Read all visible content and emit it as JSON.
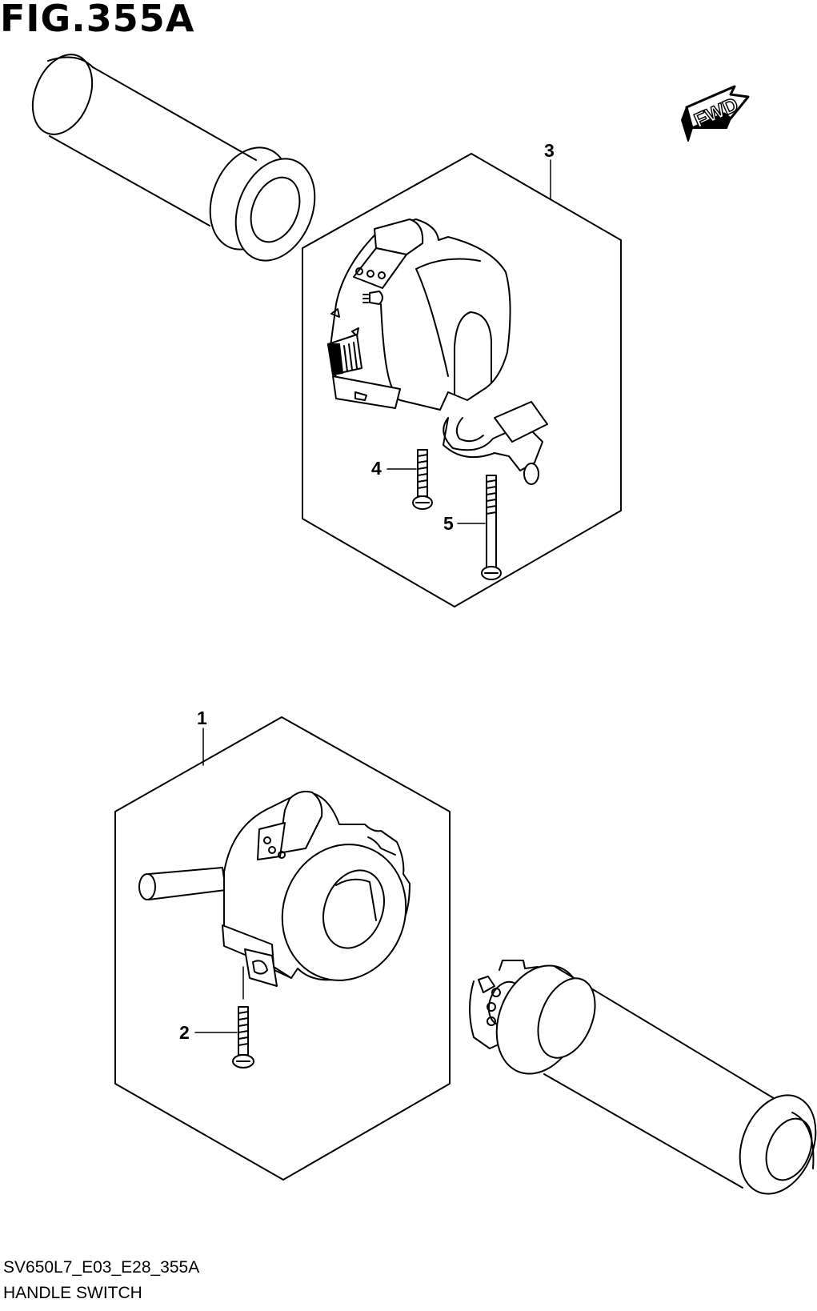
{
  "figure": {
    "title": "FIG.355A",
    "code": "SV650L7_E03_E28_355A",
    "name": "HANDLE SWITCH"
  },
  "fwd_arrow": {
    "label": "FWD"
  },
  "callouts": [
    {
      "number": "1",
      "part": "left handle switch assembly"
    },
    {
      "number": "2",
      "part": "screw"
    },
    {
      "number": "3",
      "part": "right handle switch assembly"
    },
    {
      "number": "4",
      "part": "screw"
    },
    {
      "number": "5",
      "part": "screw"
    }
  ]
}
